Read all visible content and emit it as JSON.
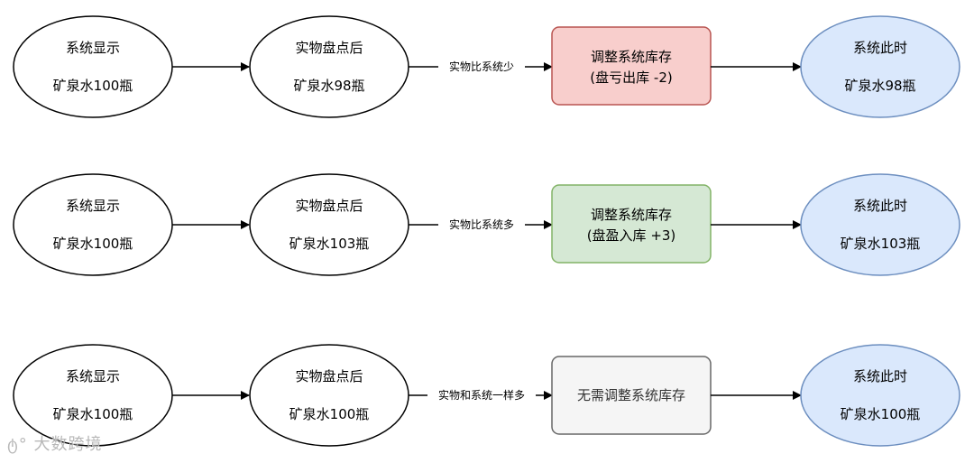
{
  "rows": [
    {
      "system": {
        "line1": "系统显示",
        "line2": "矿泉水100瓶"
      },
      "count": {
        "line1": "实物盘点后",
        "line2": "矿泉水98瓶"
      },
      "edge_label": "实物比系统少",
      "action": {
        "line1": "调整系统库存",
        "line2": "(盘亏出库 -2)",
        "fill": "#f8cecc",
        "stroke": "#b85450"
      },
      "result": {
        "line1": "系统此时",
        "line2": "矿泉水98瓶"
      }
    },
    {
      "system": {
        "line1": "系统显示",
        "line2": "矿泉水100瓶"
      },
      "count": {
        "line1": "实物盘点后",
        "line2": "矿泉水103瓶"
      },
      "edge_label": "实物比系统多",
      "action": {
        "line1": "调整系统库存",
        "line2": "(盘盈入库 +3)",
        "fill": "#d5e8d4",
        "stroke": "#82b366"
      },
      "result": {
        "line1": "系统此时",
        "line2": "矿泉水103瓶"
      }
    },
    {
      "system": {
        "line1": "系统显示",
        "line2": "矿泉水100瓶"
      },
      "count": {
        "line1": "实物盘点后",
        "line2": "矿泉水100瓶"
      },
      "edge_label": "实物和系统一样多",
      "action": {
        "line1": "无需调整系统库存",
        "line2": "",
        "fill": "#f5f5f5",
        "stroke": "#666666"
      },
      "result": {
        "line1": "系统此时",
        "line2": "矿泉水100瓶"
      }
    }
  ],
  "colors": {
    "result_fill": "#dae8fc",
    "result_stroke": "#6c8ebf",
    "line": "#000000"
  },
  "watermark": "大数跨境"
}
